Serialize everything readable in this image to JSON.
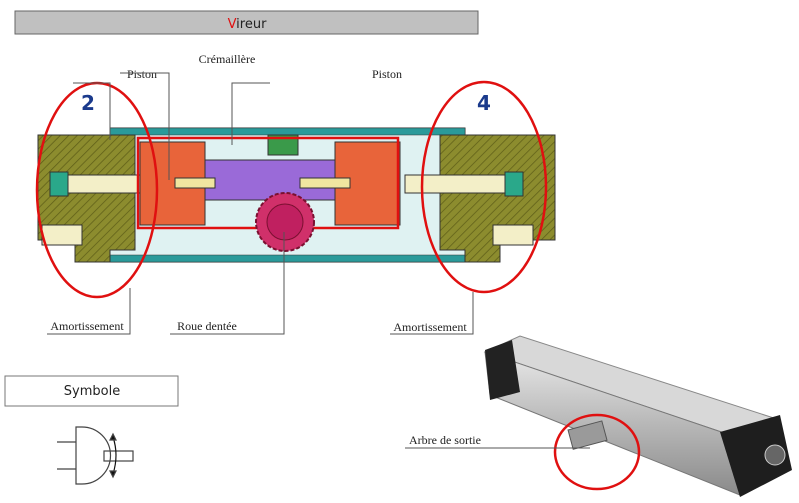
{
  "title": {
    "first_letter": "V",
    "rest": "ireur",
    "accent": "#e01010"
  },
  "labels": {
    "piston_left": "Piston",
    "cremaillere": "Crémaillère",
    "piston_right": "Piston",
    "amortissement_left": "Amortissement",
    "roue_dentee": "Roue dentée",
    "amortissement_right": "Amortissement",
    "chamber_left": "2",
    "chamber_right": "4",
    "arbre_de_sortie": "Arbre de sortie"
  },
  "symbol_box": {
    "label": "Symbole"
  },
  "colors": {
    "highlight": "#e01010",
    "body": "#8c8c2e",
    "piston": "#e8643a",
    "rack": "#9a6ad8",
    "gear": "#d0306a",
    "tube": "#2a9a9a",
    "number": "#1a3a8c"
  }
}
